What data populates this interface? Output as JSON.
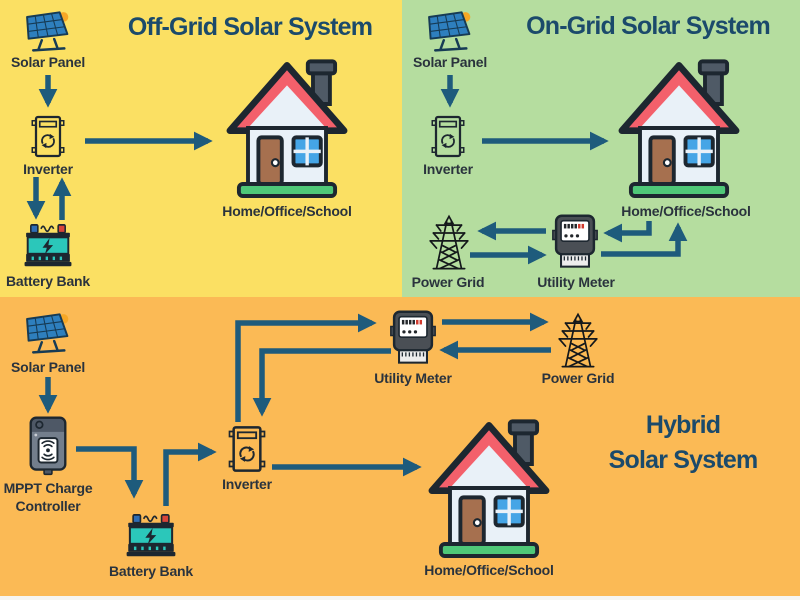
{
  "colors": {
    "offgrid_bg": "#FBE063",
    "ongrid_bg": "#B5DD9F",
    "hybrid_bg": "#FBBA55",
    "title_text": "#1B4A6B",
    "label_text": "#2A333D",
    "arrow": "#1E5B7C",
    "bottom_strip": "#F6F5F0"
  },
  "offgrid": {
    "title": "Off-Grid Solar System",
    "solar_panel_label": "Solar Panel",
    "inverter_label": "Inverter",
    "battery_label": "Battery Bank",
    "house_label": "Home/Office/School"
  },
  "ongrid": {
    "title": "On-Grid Solar System",
    "solar_panel_label": "Solar Panel",
    "inverter_label": "Inverter",
    "house_label": "Home/Office/School",
    "power_grid_label": "Power Grid",
    "utility_meter_label": "Utility Meter"
  },
  "hybrid": {
    "title_line1": "Hybrid",
    "title_line2": "Solar System",
    "solar_panel_label": "Solar Panel",
    "mppt_label_line1": "MPPT Charge",
    "mppt_label_line2": "Controller",
    "battery_label": "Battery Bank",
    "inverter_label": "Inverter",
    "utility_meter_label": "Utility Meter",
    "power_grid_label": "Power Grid",
    "house_label": "Home/Office/School"
  }
}
